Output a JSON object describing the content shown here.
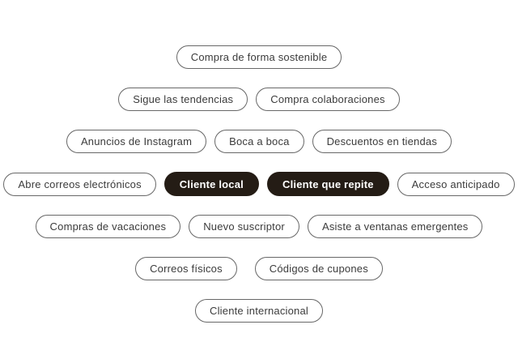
{
  "page": {
    "background": "#ffffff"
  },
  "colors": {
    "chip_border": "#686868",
    "chip_text": "#3b3b3b",
    "chip_selected_bg": "#241c15",
    "chip_selected_text": "#ffffff"
  },
  "tag_cloud": {
    "rows": [
      {
        "gap": "normal",
        "tags": [
          {
            "label": "Compra de forma sostenible",
            "selected": false
          }
        ]
      },
      {
        "gap": "normal",
        "tags": [
          {
            "label": "Sigue las tendencias",
            "selected": false
          },
          {
            "label": "Compra colaboraciones",
            "selected": false
          }
        ]
      },
      {
        "gap": "normal",
        "tags": [
          {
            "label": "Anuncios de Instagram",
            "selected": false
          },
          {
            "label": "Boca a boca",
            "selected": false
          },
          {
            "label": "Descuentos en tiendas",
            "selected": false
          }
        ]
      },
      {
        "gap": "normal",
        "tags": [
          {
            "label": "Abre correos electrónicos",
            "selected": false
          },
          {
            "label": "Cliente local",
            "selected": true
          },
          {
            "label": "Cliente que repite",
            "selected": true
          },
          {
            "label": "Acceso anticipado",
            "selected": false
          }
        ]
      },
      {
        "gap": "normal",
        "tags": [
          {
            "label": "Compras de vacaciones",
            "selected": false
          },
          {
            "label": "Nuevo suscriptor",
            "selected": false
          },
          {
            "label": "Asiste a ventanas emergentes",
            "selected": false
          }
        ]
      },
      {
        "gap": "large",
        "tags": [
          {
            "label": "Correos físicos",
            "selected": false
          },
          {
            "label": "Códigos de cupones",
            "selected": false
          }
        ]
      },
      {
        "gap": "normal",
        "tags": [
          {
            "label": "Cliente internacional",
            "selected": false
          }
        ]
      }
    ]
  }
}
